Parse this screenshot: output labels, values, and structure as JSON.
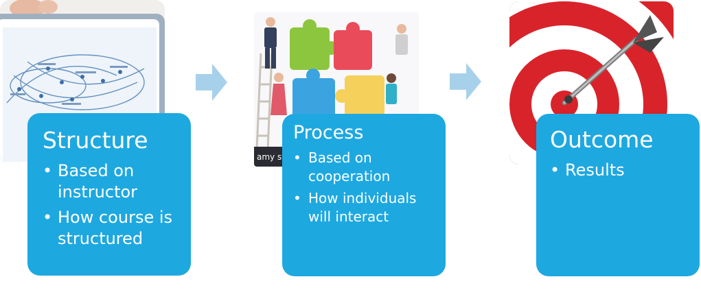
{
  "steps": [
    {
      "title": "Structure",
      "bullets": [
        "Based on instructor",
        "How course is structured"
      ],
      "image_icon": "tablet-network-map-image"
    },
    {
      "title": "Process",
      "bullets": [
        "Based on cooperation",
        "How individuals will interact"
      ],
      "image_icon": "puzzle-teamwork-image",
      "image_caption": "amy st"
    },
    {
      "title": "Outcome",
      "bullets": [
        "Results"
      ],
      "image_icon": "dart-bullseye-image"
    }
  ],
  "colors": {
    "card": "#1ea8e0",
    "arrow": "#a7d1ea",
    "target_red": "#d8232a"
  }
}
